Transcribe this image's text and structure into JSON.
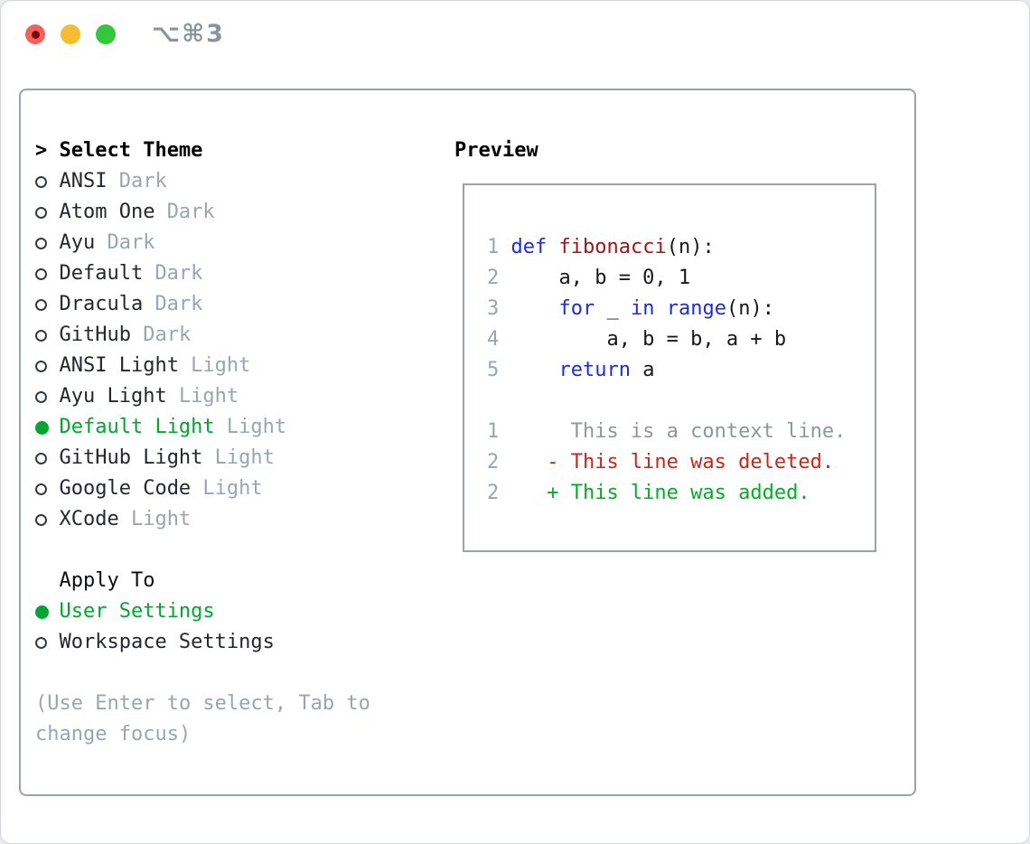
{
  "window": {
    "title": "⌥⌘3"
  },
  "colors": {
    "green": "#00a62f",
    "keyword_blue": "#1c2dd6",
    "function_red": "#a31515",
    "deleted_red": "#c9261a",
    "added_green": "#00b023",
    "context_gray": "#8e979f",
    "muted_gray": "#9aa5b2",
    "border_gray": "#99a2ae"
  },
  "theme_section": {
    "prompt": ">",
    "header": "Select Theme",
    "items": [
      {
        "name": "ANSI",
        "tag": "Dark",
        "selected": false
      },
      {
        "name": "Atom One",
        "tag": "Dark",
        "selected": false
      },
      {
        "name": "Ayu",
        "tag": "Dark",
        "selected": false
      },
      {
        "name": "Default",
        "tag": "Dark",
        "selected": false
      },
      {
        "name": "Dracula",
        "tag": "Dark",
        "selected": false
      },
      {
        "name": "GitHub",
        "tag": "Dark",
        "selected": false
      },
      {
        "name": "ANSI Light",
        "tag": "Light",
        "selected": false
      },
      {
        "name": "Ayu Light",
        "tag": "Light",
        "selected": false
      },
      {
        "name": "Default Light",
        "tag": "Light",
        "selected": true
      },
      {
        "name": "GitHub Light",
        "tag": "Light",
        "selected": false
      },
      {
        "name": "Google Code",
        "tag": "Light",
        "selected": false
      },
      {
        "name": "XCode",
        "tag": "Light",
        "selected": false
      }
    ]
  },
  "apply_section": {
    "header": "Apply To",
    "options": [
      {
        "name": "User Settings",
        "selected": true
      },
      {
        "name": "Workspace Settings",
        "selected": false
      }
    ]
  },
  "hint": "(Use Enter to select, Tab to change focus)",
  "preview": {
    "header": "Preview",
    "lines": [
      {
        "num": "1",
        "segments": [
          {
            "text": "def",
            "style": "kw"
          },
          {
            "text": " ",
            "style": "pl"
          },
          {
            "text": "fibonacci",
            "style": "fn"
          },
          {
            "text": "(n):",
            "style": "pl"
          }
        ]
      },
      {
        "num": "2",
        "segments": [
          {
            "text": "    a, b = 0, 1",
            "style": "pl"
          }
        ]
      },
      {
        "num": "3",
        "segments": [
          {
            "text": "    ",
            "style": "pl"
          },
          {
            "text": "for",
            "style": "kw"
          },
          {
            "text": " _ ",
            "style": "pl"
          },
          {
            "text": "in",
            "style": "kw"
          },
          {
            "text": " ",
            "style": "pl"
          },
          {
            "text": "range",
            "style": "kw"
          },
          {
            "text": "(n):",
            "style": "pl"
          }
        ]
      },
      {
        "num": "4",
        "segments": [
          {
            "text": "        a, b = b, a + b",
            "style": "pl"
          }
        ]
      },
      {
        "num": "5",
        "segments": [
          {
            "text": "    ",
            "style": "pl"
          },
          {
            "text": "return",
            "style": "kw"
          },
          {
            "text": " a",
            "style": "pl"
          }
        ]
      },
      {
        "num": "",
        "segments": []
      },
      {
        "num": "1",
        "segments": [
          {
            "text": "     This is a context line.",
            "style": "ctx"
          }
        ]
      },
      {
        "num": "2",
        "segments": [
          {
            "text": "   - This line was deleted.",
            "style": "del"
          }
        ]
      },
      {
        "num": "2",
        "segments": [
          {
            "text": "   + This line was added.",
            "style": "add"
          }
        ]
      }
    ]
  }
}
